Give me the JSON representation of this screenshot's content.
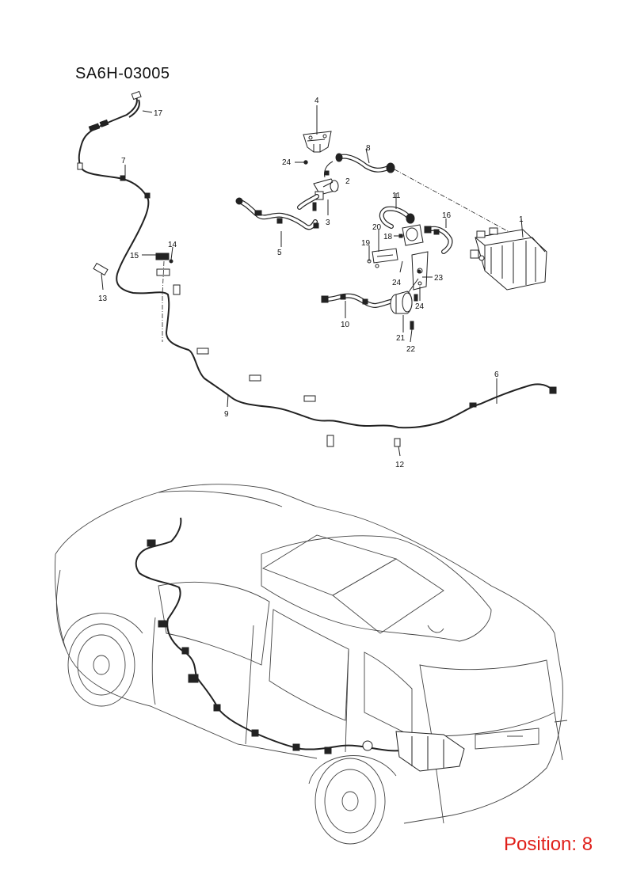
{
  "header": {
    "diagram_code": "SA6H-03005"
  },
  "footer": {
    "position_label": "Position: 8"
  },
  "callouts": [
    "1",
    "2",
    "3",
    "4",
    "5",
    "6",
    "7",
    "8",
    "9",
    "10",
    "11",
    "12",
    "13",
    "14",
    "15",
    "16",
    "17",
    "18",
    "19",
    "20",
    "21",
    "22",
    "23",
    "24"
  ],
  "labels": {
    "c1": "1",
    "c2": "2",
    "c3": "3",
    "c4": "4",
    "c5": "5",
    "c6": "6",
    "c7": "7",
    "c8": "8",
    "c9": "9",
    "c10": "10",
    "c11": "11",
    "c12": "12",
    "c13": "13",
    "c14": "14",
    "c15": "15",
    "c16": "16",
    "c17": "17",
    "c18": "18",
    "c19": "19",
    "c20": "20",
    "c21": "21",
    "c22": "22",
    "c23": "23",
    "c24a": "24",
    "c24b": "24",
    "c24c": "24"
  }
}
